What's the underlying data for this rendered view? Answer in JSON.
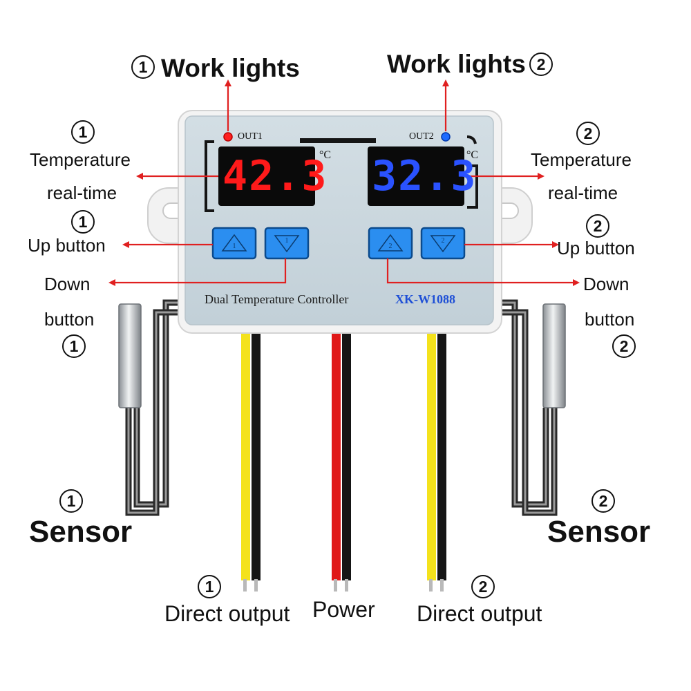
{
  "device": {
    "product_name": "Dual Temperature Controller",
    "model": "XK-W1088",
    "channel1": {
      "indicator_label": "OUT1",
      "display_value": "42.3",
      "unit": "°C",
      "led_color": "#ff1a1a",
      "indicator_color": "#ff2020"
    },
    "channel2": {
      "indicator_label": "OUT2",
      "display_value": "32.3",
      "unit": "°C",
      "led_color": "#2a52ff",
      "indicator_color": "#1e6bff"
    },
    "buttons": {
      "ch1_up_number": "1",
      "ch1_down_number": "1",
      "ch2_up_number": "2",
      "ch2_down_number": "2",
      "button_color": "#2b8ef0"
    },
    "panel_color": "#c9d6dd",
    "arrow_color": "#e02020"
  },
  "callouts": {
    "work_lights_1": {
      "number": "1",
      "text": "Work lights"
    },
    "work_lights_2": {
      "number": "2",
      "text": "Work lights"
    },
    "temp_1": {
      "number": "1",
      "line1": "Temperature",
      "line2": "real-time"
    },
    "temp_2": {
      "number": "2",
      "line1": "Temperature",
      "line2": "real-time"
    },
    "up_1": {
      "number": "1",
      "text": "Up button"
    },
    "up_2": {
      "number": "2",
      "text": "Up button"
    },
    "down_1": {
      "number": "1",
      "line1": "Down",
      "line2": "button"
    },
    "down_2": {
      "number": "2",
      "line1": "Down",
      "line2": "button"
    },
    "sensor_1": {
      "number": "1",
      "text": "Sensor"
    },
    "sensor_2": {
      "number": "2",
      "text": "Sensor"
    },
    "direct_output_1": {
      "number": "1",
      "text": "Direct output"
    },
    "direct_output_2": {
      "number": "2",
      "text": "Direct output"
    },
    "power": {
      "text": "Power"
    }
  },
  "wire_colors": {
    "yellow": "#f4e21c",
    "black": "#151515",
    "red": "#e01818"
  }
}
